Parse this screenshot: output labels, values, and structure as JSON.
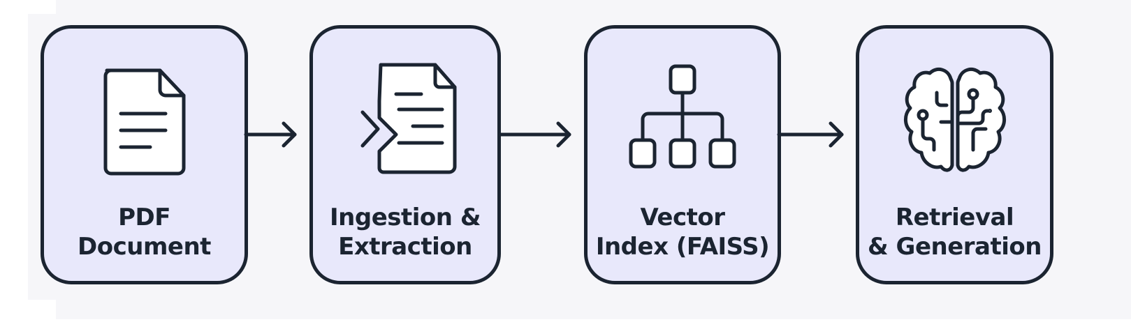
{
  "pipeline": {
    "stages": [
      {
        "line1": "PDF",
        "line2": "Document",
        "icon": "pdf-document-icon"
      },
      {
        "line1": "Ingestion &",
        "line2": "Extraction",
        "icon": "ingestion-extraction-icon"
      },
      {
        "line1": "Vector",
        "line2": "Index (FAISS)",
        "icon": "vector-index-hierarchy-icon"
      },
      {
        "line1": "Retrieval",
        "line2": "& Generation",
        "icon": "brain-circuit-icon"
      }
    ]
  },
  "colors": {
    "stroke": "#1b2431",
    "stage_fill": "#e8e8fb",
    "icon_fill": "#ffffff",
    "canvas": "#f6f6f9"
  }
}
